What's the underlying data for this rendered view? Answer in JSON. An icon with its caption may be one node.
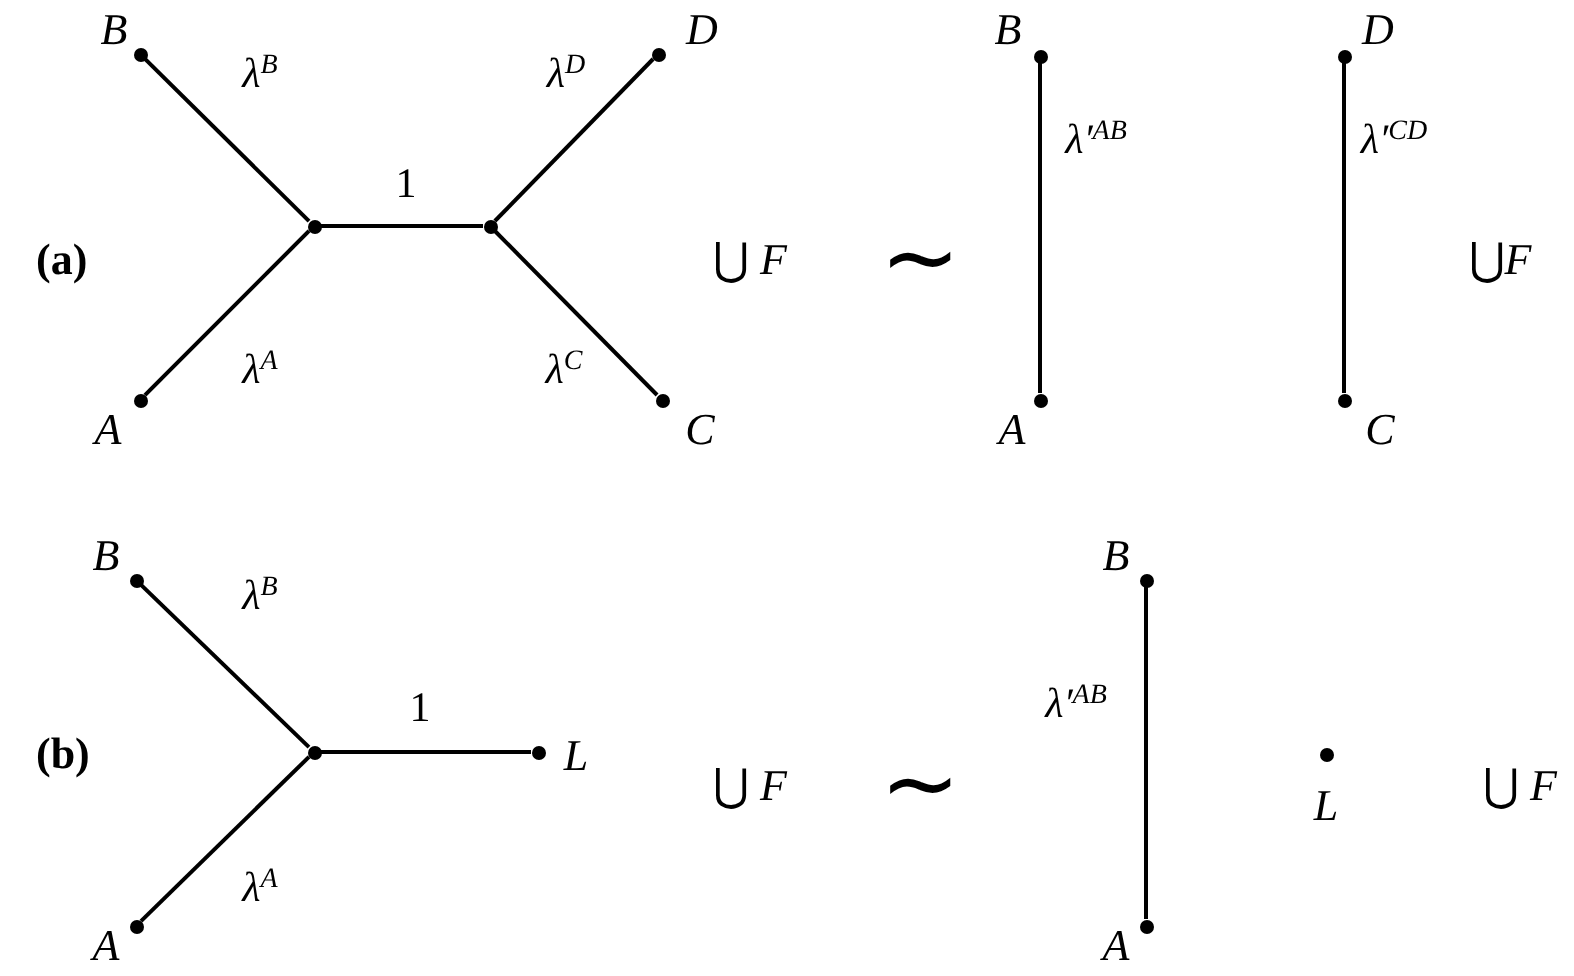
{
  "diagram": {
    "nodes": [
      {
        "text": [],
        "shape": "circle",
        "beside": [
          "B"
        ]
      },
      {
        "text": [],
        "shape": "circle",
        "beside": [
          "D"
        ]
      },
      {
        "text": [],
        "shape": "circle"
      },
      {
        "text": [],
        "shape": "circle"
      },
      {
        "text": [],
        "shape": "circle",
        "beside": [
          "A"
        ]
      },
      {
        "text": [],
        "shape": "circle",
        "beside": [
          "C"
        ]
      },
      {
        "text": [],
        "shape": "circle",
        "beside": [
          "B"
        ]
      },
      {
        "text": [],
        "shape": "circle",
        "beside": [
          "A"
        ]
      },
      {
        "text": [],
        "shape": "circle",
        "beside": [
          "D"
        ]
      },
      {
        "text": [],
        "shape": "circle",
        "beside": [
          "C"
        ]
      },
      {
        "text": [],
        "shape": "circle",
        "beside": [
          "B"
        ]
      },
      {
        "text": [],
        "shape": "circle"
      },
      {
        "text": [],
        "shape": "circle",
        "beside": [
          "L"
        ]
      },
      {
        "text": [],
        "shape": "circle",
        "beside": [
          "A"
        ]
      },
      {
        "text": [],
        "shape": "circle",
        "beside": [
          "B"
        ]
      },
      {
        "text": [],
        "shape": "circle",
        "beside": [
          "A"
        ]
      },
      {
        "text": [],
        "shape": "circle",
        "beside": [
          "L"
        ]
      }
    ],
    "edges": [
      {
        "from": 0,
        "to": 2,
        "arrow": "none",
        "label": "λ$^{B}$"
      },
      {
        "from": 2,
        "to": 3,
        "arrow": "none",
        "label": "1"
      },
      {
        "from": 3,
        "to": 1,
        "arrow": "none",
        "label": "λ$^{D}$"
      },
      {
        "from": 4,
        "to": 2,
        "arrow": "none",
        "label": "λ$^{A}$"
      },
      {
        "from": 3,
        "to": 5,
        "arrow": "none",
        "label": "λ$^{C}$"
      },
      {
        "from": 6,
        "to": 7,
        "arrow": "none",
        "label": "λ′$^{AB}$"
      },
      {
        "from": 8,
        "to": 9,
        "arrow": "none",
        "label": "λ′$^{CD}$"
      },
      {
        "from": 10,
        "to": 11,
        "arrow": "none",
        "label": "λ$^{B}$"
      },
      {
        "from": 11,
        "to": 12,
        "arrow": "none",
        "label": "1"
      },
      {
        "from": 13,
        "to": 11,
        "arrow": "none",
        "label": "λ$^{A}$"
      },
      {
        "from": 14,
        "to": 15,
        "arrow": "none",
        "label": "λ′$^{AB}$"
      }
    ],
    "labels": [
      "(a)",
      "⋃ *F*",
      "∼",
      "⋃*F*",
      "(b)",
      "⋃ *F*",
      "∼",
      "⋃ *F*"
    ]
  }
}
